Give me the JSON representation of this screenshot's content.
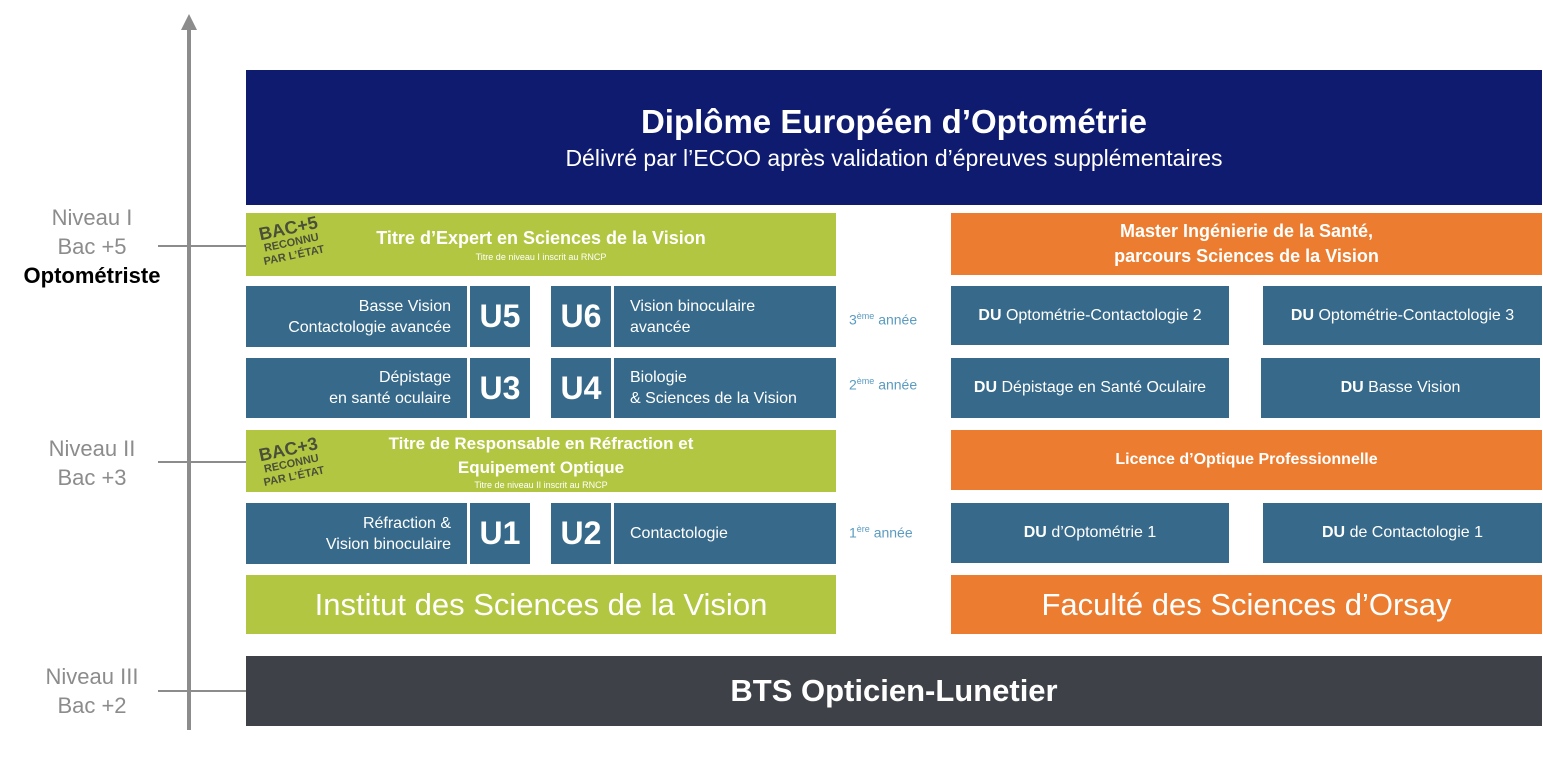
{
  "levels": [
    {
      "niveau": "Niveau I",
      "bac": "Bac +5",
      "title": "Optométriste"
    },
    {
      "niveau": "Niveau II",
      "bac": "Bac +3"
    },
    {
      "niveau": "Niveau III",
      "bac": "Bac +2"
    }
  ],
  "top": {
    "title": "Diplôme Européen d’Optométrie",
    "subtitle": "Délivré par l’ECOO après validation d’épreuves supplémentaires"
  },
  "isv": {
    "expert": {
      "stamp_big": "BAC+5",
      "stamp_small": "RECONNU PAR L’ÉTAT",
      "title": "Titre d’Expert en Sciences de la Vision",
      "sub": "Titre de niveau I inscrit au RNCP"
    },
    "responsable": {
      "stamp_big": "BAC+3",
      "stamp_small": "RECONNU PAR L’ÉTAT",
      "title1": "Titre de Responsable en Réfraction et",
      "title2": "Equipement Optique",
      "sub": "Titre de niveau II inscrit au RNCP"
    },
    "u5": {
      "desc1": "Basse Vision",
      "desc2": "Contactologie avancée",
      "code": "U5"
    },
    "u6": {
      "desc1": "Vision binoculaire",
      "desc2": "avancée",
      "code": "U6"
    },
    "u3": {
      "desc1": "Dépistage",
      "desc2": "en santé oculaire",
      "code": "U3"
    },
    "u4": {
      "desc1": "Biologie",
      "desc2": "& Sciences de la Vision",
      "code": "U4"
    },
    "u1": {
      "desc1": "Réfraction &",
      "desc2": "Vision binoculaire",
      "code": "U1"
    },
    "u2": {
      "desc1": "Contactologie",
      "code": "U2"
    },
    "name": "Institut des Sciences de la Vision"
  },
  "years": [
    {
      "num": "3",
      "sup": "ème",
      "label": " année"
    },
    {
      "num": "2",
      "sup": "ème",
      "label": " année"
    },
    {
      "num": "1",
      "sup": "ère",
      "label": " année"
    }
  ],
  "orsay": {
    "master1": "Master Ingénierie de la Santé,",
    "master2": "parcours Sciences de la Vision",
    "du_prefix": "DU",
    "du_oc2": "Optométrie-Contactologie 2",
    "du_oc3": "Optométrie-Contactologie 3",
    "du_dep": "Dépistage en Santé Oculaire",
    "du_bv": "Basse Vision",
    "licence": "Licence d’Optique Professionnelle",
    "du_o1": "d’Optométrie 1",
    "du_c1": "de Contactologie 1",
    "name": "Faculté des Sciences d’Orsay"
  },
  "bts": "BTS Opticien-Lunetier",
  "colors": {
    "navy": "#0f1b6e",
    "green": "#b3c642",
    "blue": "#376a8a",
    "orange": "#ec7d30",
    "gray": "#3e4147"
  }
}
